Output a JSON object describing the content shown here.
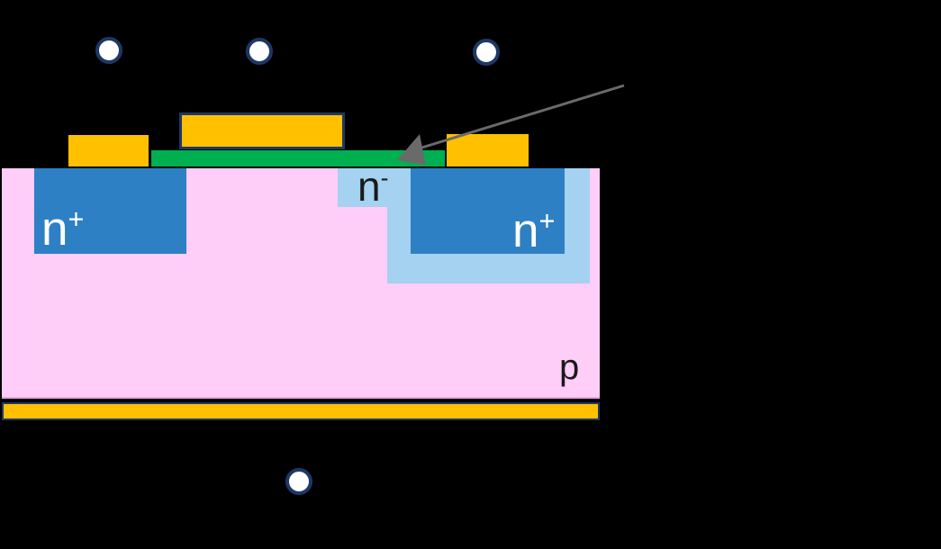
{
  "diagram": {
    "type": "semiconductor-device-cross-section",
    "regions": {
      "source_nplus": {
        "base": "n",
        "sup": "+"
      },
      "drain_nplus": {
        "base": "n",
        "sup": "+"
      },
      "drain_extension_nminus": {
        "base": "n",
        "sup": "-"
      },
      "substrate_p": {
        "label": "p"
      }
    },
    "icons": {
      "terminal_dot": "filled-circle-with-navy-ring",
      "annotation_arrow": "gray-line-with-solid-triangle-head"
    }
  },
  "colors": {
    "background": "#000000",
    "orange": "#FFC000",
    "green": "#00B050",
    "pink": "#FECDF8",
    "pink_edge": "#ECA3DF",
    "dark_blue": "#2E80C4",
    "light_blue": "#A4D2F0",
    "navy": "#1D3865",
    "arrow": "#6A6A6A",
    "label_light": "#FFFFFF",
    "label_dark": "#1A1A1A"
  }
}
